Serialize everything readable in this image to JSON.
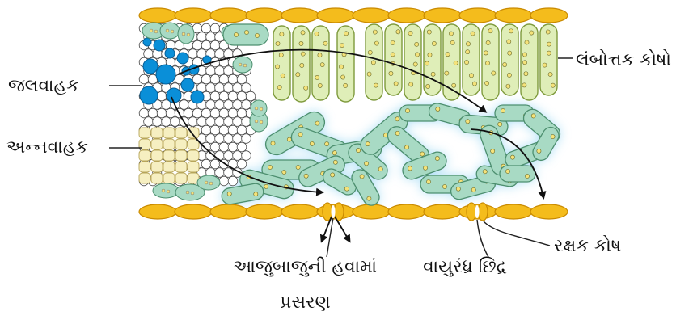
{
  "labels": {
    "xylem": "જલવાહક",
    "phloem": "અન્નવાહક",
    "palisade": "લંબોત્તક કોષો",
    "guard_cell": "રક્ષક કોષ",
    "stoma": "વાયુરંધ્ર છિદ્ર",
    "diffusion_line1": "આજુબાજુની હવામાં",
    "diffusion_line2": "પ્રસરણ"
  },
  "colors": {
    "epidermis": "#f4bc1c",
    "epidermis_edge": "#c98a00",
    "palisade_fill": "#dfeeb8",
    "palisade_edge": "#7e9a3c",
    "spongy_fill": "#a8dac4",
    "spongy_glow": "#8fd3f2",
    "xylem": "#0a8fd8",
    "phloem": "#f6efc1",
    "chloroplast": "#f4e27a",
    "arrow": "#111111"
  }
}
